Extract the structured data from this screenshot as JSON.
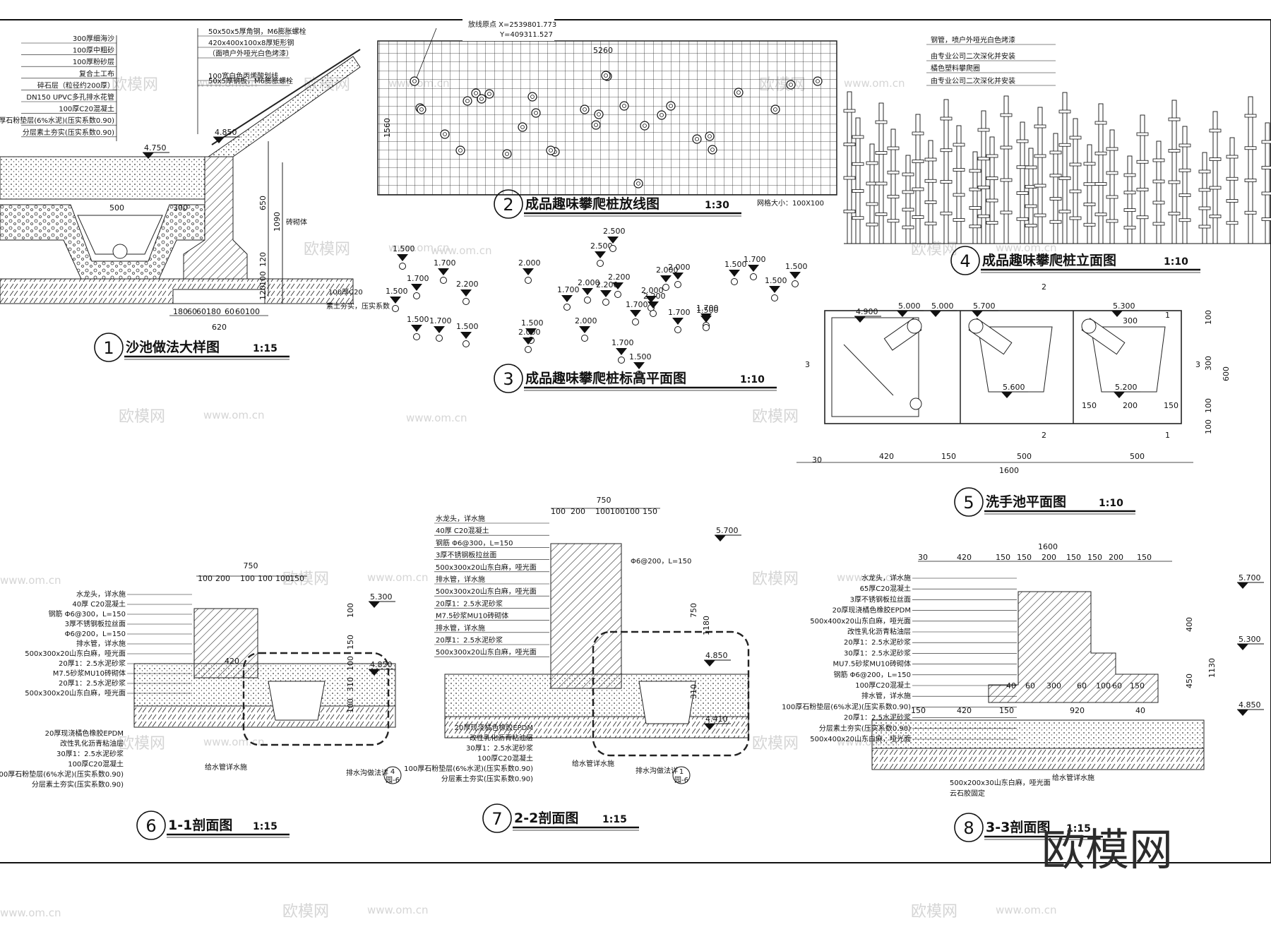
{
  "drawings": [
    {
      "num": "1",
      "title": "沙池做法大样图",
      "scale": "1:15"
    },
    {
      "num": "2",
      "title": "成品趣味攀爬桩放线图",
      "scale": "1:30"
    },
    {
      "num": "3",
      "title": "成品趣味攀爬桩标高平面图",
      "scale": "1:10"
    },
    {
      "num": "4",
      "title": "成品趣味攀爬桩立面图",
      "scale": "1:10"
    },
    {
      "num": "5",
      "title": "洗手池平面图",
      "scale": "1:10"
    },
    {
      "num": "6",
      "title": "1-1剖面图",
      "scale": "1:15"
    },
    {
      "num": "7",
      "title": "2-2剖面图",
      "scale": "1:15"
    },
    {
      "num": "8",
      "title": "3-3剖面图",
      "scale": "1:15"
    }
  ],
  "d1": {
    "layers": [
      "300厚细海沙",
      "100厚中粗砂",
      "100厚粉砂层",
      "复合土工布",
      "碎石层（粒径约200厚）",
      "DN150 UPVC多孔排水花管",
      "100厚C20混凝土",
      "100厚石粉垫层(6%水泥)(压实系数0.90)",
      "分层素土夯实(压实系数0.90)"
    ],
    "right": [
      "50x50x5厚角钢，M6膨胀螺栓",
      "420x400x100x8厚矩形钢",
      "（面喷户外哑光白色烤漆）",
      "100宽白色丙烯酸划线",
      "50x5厚钢板，M6膨胀螺栓"
    ],
    "elev_a": "4.750",
    "elev_b": "4.850",
    "dims_h": [
      "500",
      "300"
    ],
    "dims_bottom": [
      "180",
      "60",
      "60",
      "180",
      "60",
      "60",
      "100"
    ],
    "dim_total": "620",
    "dims_v": [
      "650",
      "1090",
      "120",
      "100",
      "120"
    ],
    "brick": "砖砌体",
    "c20": "100厚C20",
    "soil": "素土夯实，压实系数"
  },
  "d2": {
    "origin_x": "放线原点 X=2539801.773",
    "origin_y": "Y=409311.527",
    "width": "5260",
    "height": "1560",
    "grid": "网格大小：100X100"
  },
  "d3": {
    "elevs": [
      "1.500",
      "1.500",
      "1.700",
      "1.500",
      "1.700",
      "2.200",
      "1.700",
      "1.500",
      "2.000",
      "1.500",
      "2.000",
      "2.500",
      "2.500",
      "2.200",
      "1.700",
      "2.000",
      "1.700",
      "2.200",
      "2.000",
      "2.200",
      "2.000",
      "1.700",
      "2.000",
      "2.000",
      "1.700",
      "1.500",
      "1.500",
      "1.700",
      "1.500",
      "1.500",
      "1.700",
      "1.500"
    ]
  },
  "d4": {
    "notes": [
      "钢管，喷户外哑光白色烤漆",
      "由专业公司二次深化并安装",
      "橘色塑料攀爬圈",
      "由专业公司二次深化并安装"
    ]
  },
  "d5": {
    "elevs": [
      "4.900",
      "5.000",
      "5.000",
      "5.700",
      "5.300",
      "5.600",
      "5.200"
    ],
    "sec_marks": [
      "1",
      "1",
      "2",
      "2",
      "3",
      "3"
    ],
    "dims_bottom": [
      "30",
      "420",
      "150",
      "500",
      "500"
    ],
    "dim_total": "1600",
    "dims_right": [
      "100",
      "300",
      "100",
      "100"
    ],
    "dim_right_total": "600",
    "dims_inner": [
      "300",
      "150",
      "200",
      "150"
    ]
  },
  "d6": {
    "left": [
      "水龙头，详水施",
      "40厚 C20混凝土",
      "钢筋 Φ6@300，L=150",
      "3厚不锈钢板拉丝面",
      "Φ6@200，L=150",
      "排水管，详水施",
      "500x300x20山东白麻，哑光面",
      "20厚1：2.5水泥砂浆",
      "M7.5砂浆MU10砖砌体",
      "20厚1：2.5水泥砂浆",
      "500x300x20山东白麻，哑光面"
    ],
    "bottom": [
      "20厚现浇橘色橡胶EPDM",
      "改性乳化沥青粘油层",
      "30厚1：2.5水泥砂浆",
      "100厚C20混凝土",
      "100厚石粉垫层(6%水泥)(压实系数0.90)",
      "分层素土夯实(压实系数0.90)"
    ],
    "top_total": "750",
    "top_dims": [
      "100",
      "200",
      "100",
      "100",
      "100",
      "150"
    ],
    "elev_a": "5.300",
    "elev_b": "4.850",
    "d_inner": "420",
    "v_dims": [
      "100",
      "150",
      "100",
      "310",
      "100"
    ],
    "water": "给水管详水施",
    "drain": "排水沟做法详",
    "ref": "4",
    "ref_sub": "园-6"
  },
  "d7": {
    "left": [
      "水龙头，详水施",
      "40厚 C20混凝土",
      "钢筋 Φ6@300，L=150",
      "3厚不锈钢板拉丝面",
      "500x300x20山东白麻，哑光面",
      "排水管，详水施",
      "500x300x20山东白麻，哑光面",
      "20厚1：2.5水泥砂浆",
      "M7.5砂浆MU10砖砌体",
      "排水管，详水施",
      "20厚1：2.5水泥砂浆",
      "500x300x20山东白麻，哑光面"
    ],
    "bottom": [
      "20厚现浇橘色橡胶EPDM",
      "改性乳化沥青粘油层",
      "30厚1：2.5水泥砂浆",
      "100厚C20混凝土",
      "100厚石粉垫层(6%水泥)(压实系数0.90)",
      "分层素土夯实(压实系数0.90)"
    ],
    "top_total": "750",
    "top_dims": [
      "100",
      "200",
      "100",
      "100",
      "100",
      "150"
    ],
    "rebar": "Φ6@200，L=150",
    "elevs": [
      "5.700",
      "4.850",
      "4.410"
    ],
    "v_dims": [
      "750",
      "1180",
      "310"
    ],
    "water": "给水管详水施",
    "drain": "排水沟做法详",
    "ref": "1",
    "ref_sub": "园-6"
  },
  "d8": {
    "left": [
      "水龙头，详水施",
      "65厚C20混凝土",
      "3厚不锈钢板拉丝面",
      "20厚现浇橘色橡胶EPDM",
      "500x400x20山东白麻，哑光面",
      "改性乳化沥青粘油层",
      "20厚1：2.5水泥砂浆",
      "30厚1：2.5水泥砂浆",
      "MU7.5砂浆MU10砖砌体",
      "钢筋 Φ6@200，L=150",
      "100厚C20混凝土",
      "排水管，详水施",
      "100厚石粉垫层(6%水泥)(压实系数0.90)",
      "20厚1：2.5水泥砂浆",
      "分层素土夯实(压实系数0.90)",
      "500x400x20山东白麻，哑光面"
    ],
    "bottom": [
      "500x200x30山东白麻，哑光面",
      "云石胶固定"
    ],
    "top_total": "1600",
    "top_dims": [
      "30",
      "420",
      "150",
      "150",
      "200",
      "150",
      "150",
      "200",
      "150"
    ],
    "mid_dims": [
      "40",
      "60",
      "300",
      "60",
      "100",
      "60",
      "150"
    ],
    "mid2": [
      "150",
      "420",
      "150",
      "920",
      "40"
    ],
    "elevs": [
      "5.700",
      "5.300",
      "4.850"
    ],
    "v_dims": [
      "400",
      "450",
      "1130"
    ],
    "water": "给水管详水施"
  },
  "watermarks": [
    "欧模网",
    "www.om.cn"
  ],
  "brand": "欧模网"
}
